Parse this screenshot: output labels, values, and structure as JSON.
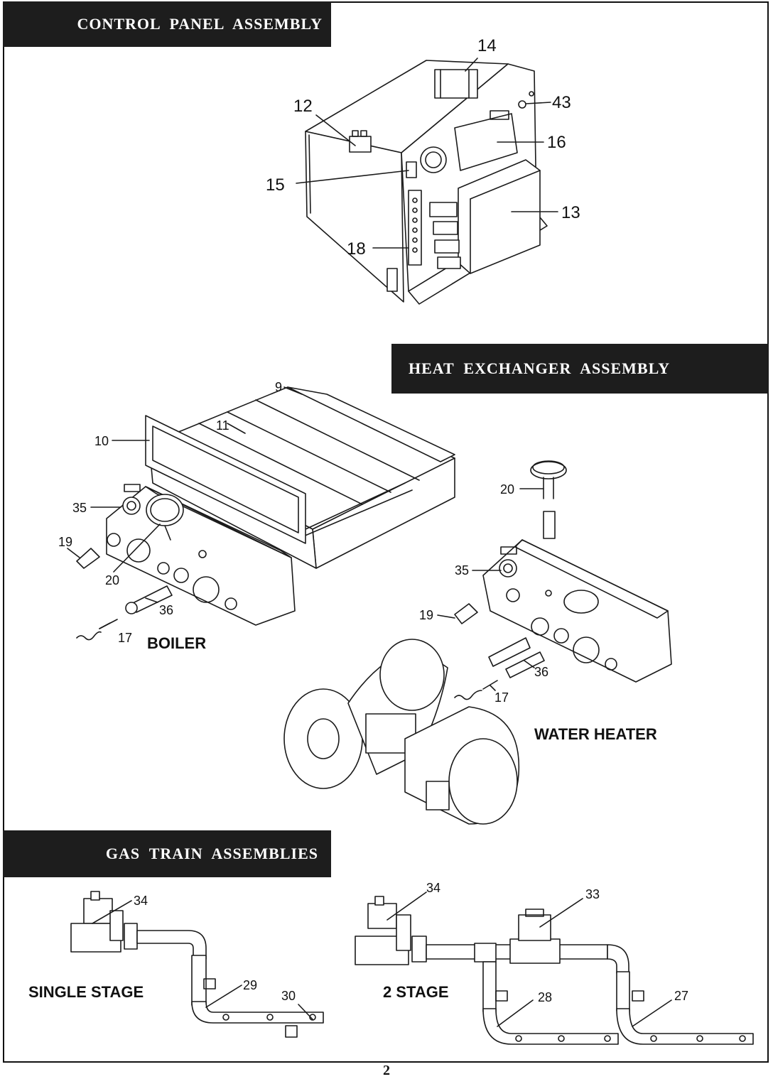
{
  "sections": {
    "control_panel": "CONTROL  PANEL  ASSEMBLY",
    "heat_exchanger": "HEAT  EXCHANGER  ASSEMBLY",
    "gas_train": "GAS  TRAIN  ASSEMBLIES"
  },
  "labels": {
    "boiler": "BOILER",
    "water_heater": "WATER HEATER",
    "single_stage": "SINGLE STAGE",
    "two_stage": "2 STAGE"
  },
  "callouts": {
    "c14": "14",
    "c12": "12",
    "c43": "43",
    "c16": "16",
    "c15": "15",
    "c13": "13",
    "c18": "18",
    "c9": "9",
    "c11": "11",
    "c10": "10",
    "c35a": "35",
    "c19a": "19",
    "c20a": "20",
    "c36a": "36",
    "c17a": "17",
    "c20b": "20",
    "c35b": "35",
    "c19b": "19",
    "c36b": "36",
    "c17b": "17",
    "c34a": "34",
    "c29": "29",
    "c30": "30",
    "c34b": "34",
    "c33": "33",
    "c28": "28",
    "c27": "27"
  },
  "page_number": "2"
}
